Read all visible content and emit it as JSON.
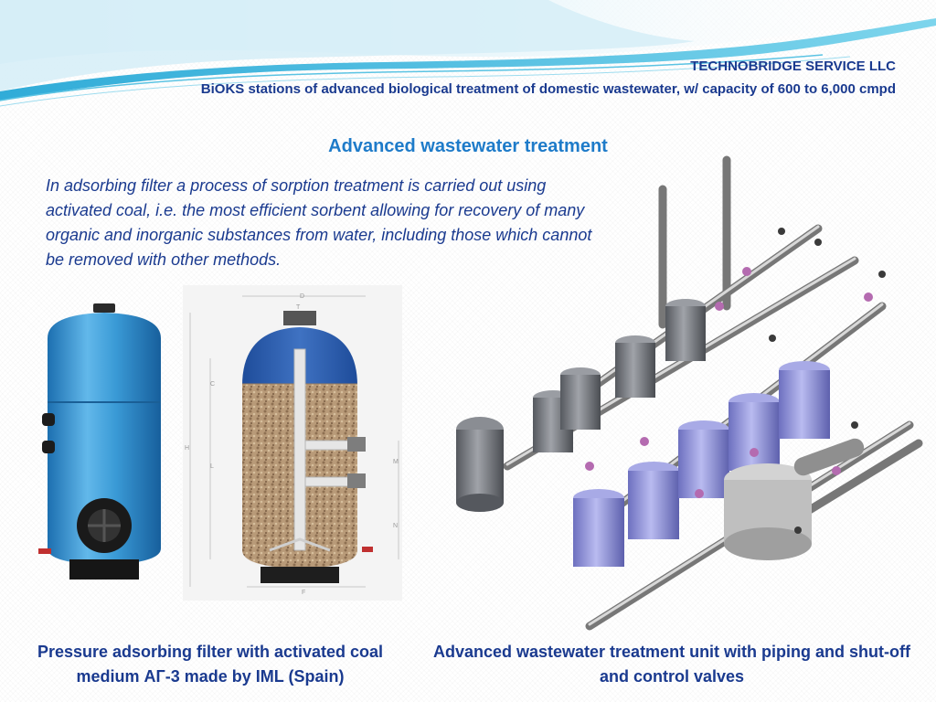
{
  "header": {
    "company": "TECHNOBRIDGE SERVICE LLC",
    "subtitle": "BiOKS stations of advanced biological treatment of domestic wastewater, w/ capacity of 600 to 6,000 cmpd"
  },
  "main": {
    "title": "Advanced wastewater treatment",
    "paragraph": "In adsorbing filter a process of sorption treatment is carried out using activated coal, i.e. the most efficient sorbent allowing for recovery of many organic and inorganic substances from water, including those which cannot be removed with other methods."
  },
  "figures": {
    "filter_caption": "Pressure adsorbing filter with activated coal medium АГ-3 made by IML (Spain)",
    "unit_caption": "Advanced wastewater treatment unit with piping and shut-off and control valves",
    "drawing_labels": [
      "D",
      "T",
      "C",
      "H",
      "L",
      "M",
      "N",
      "F"
    ]
  },
  "colors": {
    "accent_dark": "#1a3a8f",
    "accent_title": "#1e7bc9",
    "wave_light": "#cdeaf5",
    "wave_dark": "#3fb3d9",
    "tank_blue": "#3a9ad6",
    "vessel_grey": "#7d8087",
    "vessel_purple": "#8c8fd8"
  }
}
